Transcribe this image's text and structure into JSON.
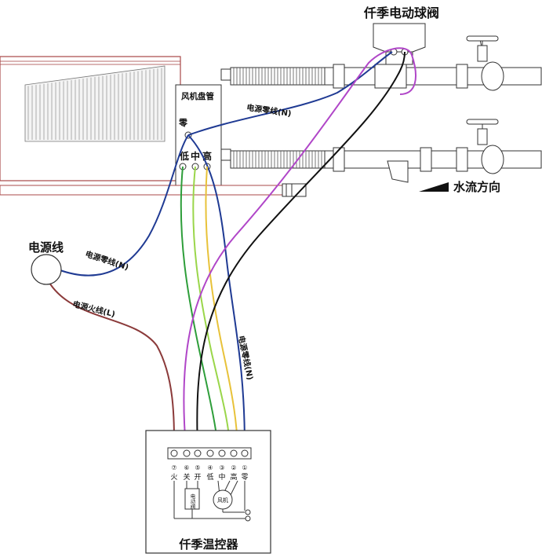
{
  "labels": {
    "valve_title": "仟季电动球阀",
    "fan_coil": "风机盘管",
    "neutral_zero": "零",
    "speed_low": "低",
    "speed_mid": "中",
    "speed_high": "高",
    "power_line": "电源线",
    "neutral_top": "电源零线(N)",
    "neutral_left": "电源零线(N)",
    "live_line": "电源火线(L)",
    "neutral_right": "电源零线(N)",
    "water_flow": "水流方向",
    "thermostat": "仟季温控器",
    "valve_box": "电动阀",
    "fan_box": "风机"
  },
  "terminals": [
    {
      "num": "⑦",
      "label": "火"
    },
    {
      "num": "⑥",
      "label": "关"
    },
    {
      "num": "⑤",
      "label": "开"
    },
    {
      "num": "④",
      "label": "低"
    },
    {
      "num": "③",
      "label": "中"
    },
    {
      "num": "②",
      "label": "高"
    },
    {
      "num": "①",
      "label": "零"
    }
  ],
  "colors": {
    "neutral": "#1f3a93",
    "live": "#8b3a3a",
    "green": "#2e9e3a",
    "light_green": "#9ad64a",
    "yellow": "#e8c23a",
    "purple": "#b046c8",
    "black": "#111111"
  }
}
